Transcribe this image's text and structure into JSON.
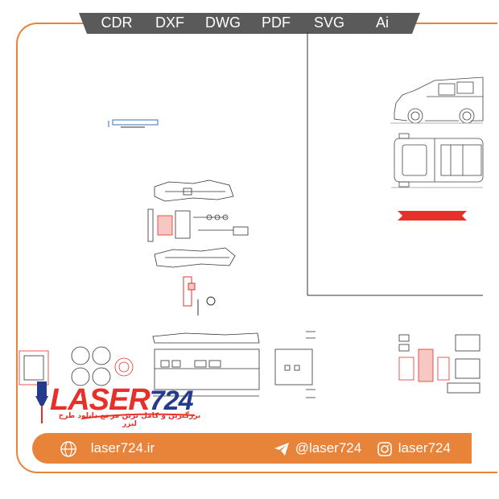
{
  "formats": [
    "CDR",
    "DXF",
    "DWG",
    "PDF",
    "SVG",
    "Ai"
  ],
  "logo": {
    "brand": "LASER",
    "number": "724",
    "tagline": "بزرگترین و کامل ترین مرجع دانلود طرح لیزر"
  },
  "footer": {
    "website": "laser724.ir",
    "telegram": "@laser724",
    "instagram": "laser724"
  },
  "colors": {
    "accent": "#e8833a",
    "format_bar": "#5a5a5a",
    "brand_red": "#e8302a",
    "brand_blue": "#243a8c"
  },
  "icons": [
    "globe-icon",
    "telegram-icon",
    "instagram-icon",
    "laser-head-icon"
  ]
}
